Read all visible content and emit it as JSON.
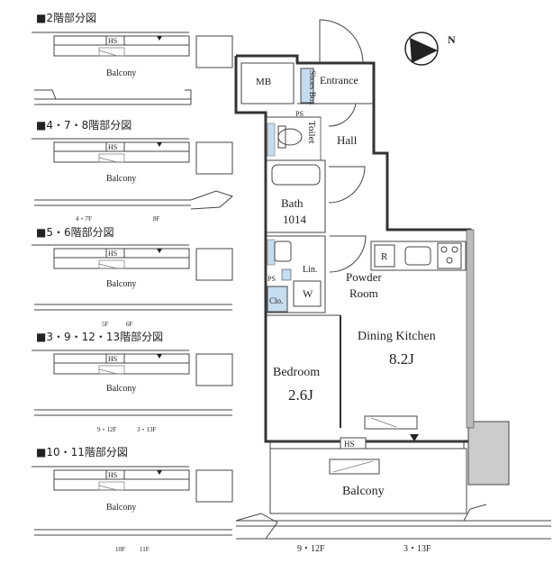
{
  "partials": [
    {
      "title": "■2階部分図",
      "hs": "HS",
      "balcony": "Balcony",
      "floors": []
    },
    {
      "title": "■4・7・8階部分図",
      "hs": "HS",
      "balcony": "Balcony",
      "floors": [
        "4・7F",
        "8F"
      ]
    },
    {
      "title": "■5・6階部分図",
      "hs": "HS",
      "balcony": "Balcony",
      "floors": [
        "5F",
        "6F"
      ]
    },
    {
      "title": "■3・9・12・13階部分図",
      "hs": "HS",
      "balcony": "Balcony",
      "floors": [
        "9・12F",
        "3・13F"
      ]
    },
    {
      "title": "■10・11階部分図",
      "hs": "HS",
      "balcony": "Balcony",
      "floors": [
        "10F",
        "11F"
      ]
    }
  ],
  "plan": {
    "mb": "MB",
    "shoes_box": "Shoes Box",
    "entrance": "Entrance",
    "ps_top": "PS",
    "toilet": "Toilet",
    "hall": "Hall",
    "bath": "Bath",
    "bath_size": "1014",
    "ps_mid": "PS",
    "lin": "Lin.",
    "w": "W",
    "clo": "Clo.",
    "powder_room_1": "Powder",
    "powder_room_2": "Room",
    "r": "R",
    "dining_kitchen": "Dining Kitchen",
    "dk_size": "8.2J",
    "bedroom": "Bedroom",
    "bedroom_size": "2.6J",
    "hs": "HS",
    "balcony": "Balcony",
    "floor_left": "9・12F",
    "floor_right": "3・13F"
  },
  "compass": {
    "label": "N"
  }
}
